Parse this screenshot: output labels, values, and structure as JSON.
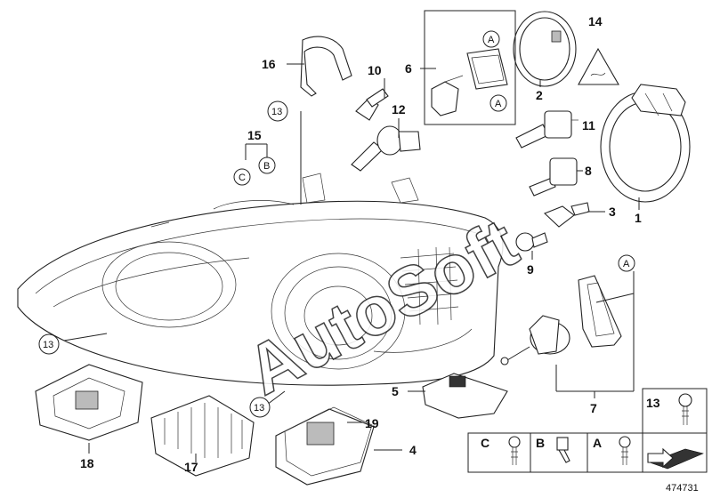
{
  "diagram_id": "474731",
  "watermark": "AutoSoft",
  "callouts": {
    "c1": "1",
    "c2": "2",
    "c3": "3",
    "c4": "4",
    "c5": "5",
    "c6": "6",
    "c7": "7",
    "c8": "8",
    "c9": "9",
    "c10": "10",
    "c11": "11",
    "c12": "12",
    "c13a": "13",
    "c13b": "13",
    "c13c": "13",
    "c14": "14",
    "c15": "15",
    "c16": "16",
    "c17": "17",
    "c18": "18",
    "c19": "19"
  },
  "refs": {
    "a1": "A",
    "a2": "A",
    "a3": "A",
    "b1": "B",
    "c1": "C"
  },
  "legend": {
    "top_label": "13",
    "cells": [
      {
        "label": "C"
      },
      {
        "label": "B"
      },
      {
        "label": "A"
      }
    ]
  }
}
